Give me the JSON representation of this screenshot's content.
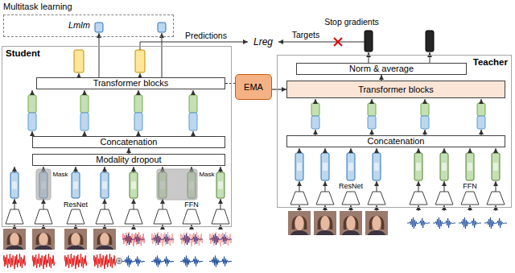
{
  "diagram": {
    "nodes": [
      {
        "text": [
          "Multitask learning",
          "Lmlm"
        ]
      },
      {
        "text": [
          "Student"
        ]
      },
      {
        "text": [
          "Transformer blocks"
        ],
        "in": 1
      },
      {
        "text": [
          "Concatenation"
        ],
        "in": 1
      },
      {
        "text": [
          "Modality dropout"
        ],
        "in": 1
      },
      {
        "text": [
          "Lreg"
        ]
      },
      {
        "text": [
          "EMA"
        ]
      },
      {
        "text": [
          "Teacher"
        ]
      },
      {
        "text": [
          "Norm & average"
        ],
        "in": 7
      },
      {
        "text": [
          "Transformer blocks"
        ],
        "in": 7
      },
      {
        "text": [
          "Concatenation"
        ],
        "in": 7
      }
    ],
    "edges": [
      {
        "from": 4,
        "to": 3,
        "arrow": "to"
      },
      {
        "from": 2,
        "to": 6,
        "arrow": "none"
      },
      {
        "from": 6,
        "to": 9,
        "arrow": "to"
      },
      {
        "from": 9,
        "to": 8,
        "arrow": "to"
      }
    ],
    "labels": [
      "Predictions",
      "Targets",
      "Stop gradients",
      "Mask",
      "ResNet",
      "Mask",
      "FFN",
      "ResNet",
      "FFN"
    ]
  }
}
